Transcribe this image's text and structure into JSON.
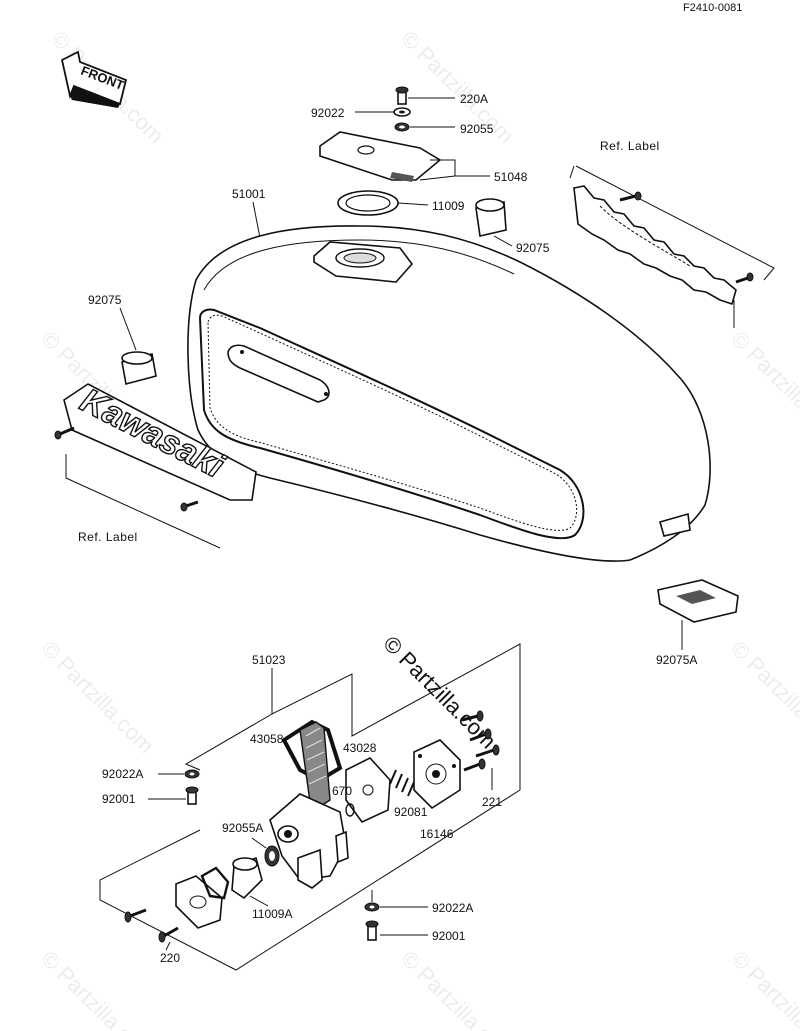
{
  "figure_code": "F2410-0081",
  "front_arrow_label": "FRONT",
  "brand_emblem_text": "Kawasaki",
  "watermark_text": "© Partzilla.com",
  "ref_label_text": "Ref. Label",
  "part_labels": {
    "p220A": "220A",
    "p92022": "92022",
    "p92055": "92055",
    "p51048": "51048",
    "p51001": "51001",
    "p11009": "11009",
    "p92075_right": "92075",
    "p92075_left": "92075",
    "p92075A": "92075A",
    "p51023": "51023",
    "p43058": "43058",
    "p43028": "43028",
    "p670": "670",
    "p92081": "92081",
    "p16146": "16146",
    "p221": "221",
    "p92022A_top": "92022A",
    "p92001_top": "92001",
    "p92055A": "92055A",
    "p11009A": "11009A",
    "p220": "220",
    "p92022A_bottom": "92022A",
    "p92001_bottom": "92001"
  }
}
